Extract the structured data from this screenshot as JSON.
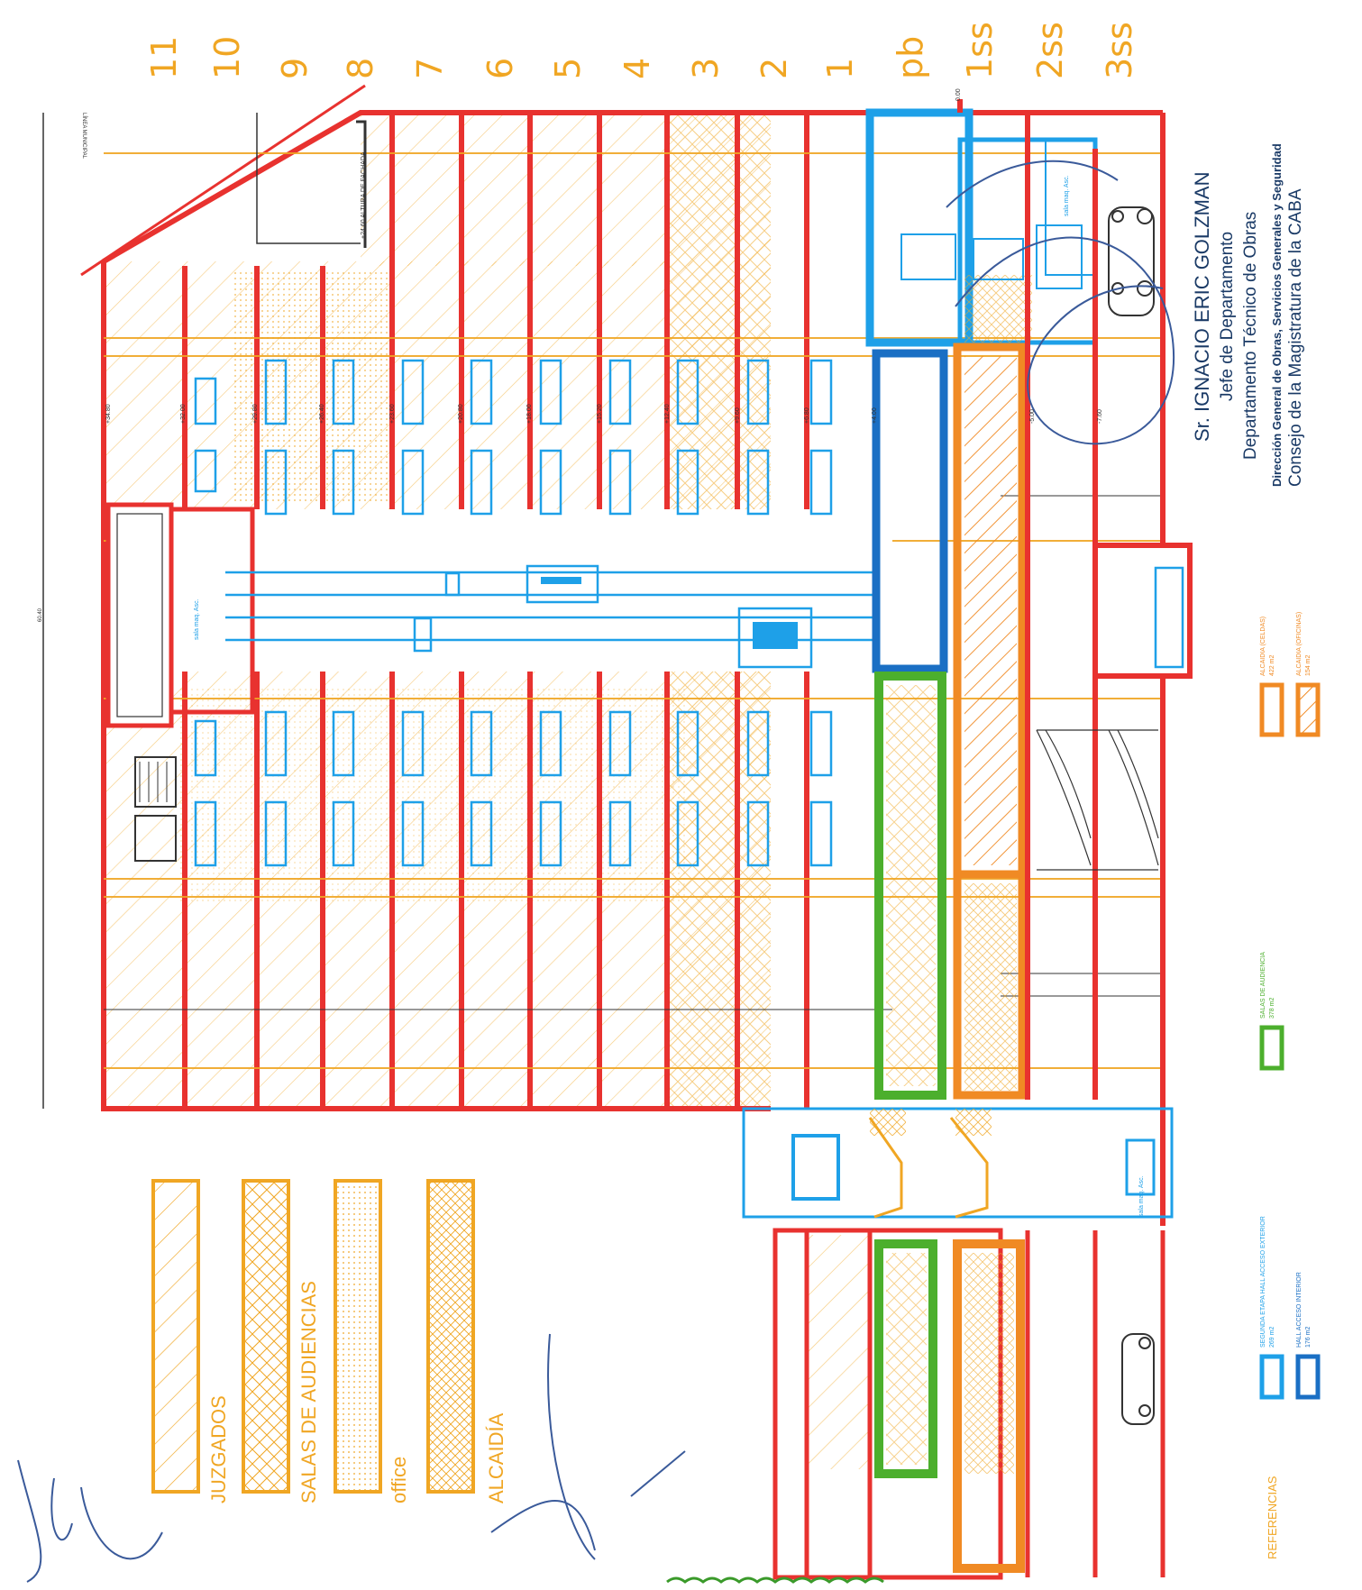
{
  "floors": [
    "11",
    "10",
    "9",
    "8",
    "7",
    "6",
    "5",
    "4",
    "3",
    "2",
    "1",
    "pb",
    "1ss",
    "2ss",
    "3ss"
  ],
  "top_legend": {
    "items": [
      {
        "label": "JUZGADOS",
        "pattern": "diag"
      },
      {
        "label": "SALAS DE AUDIENCIAS",
        "pattern": "cross"
      },
      {
        "label": "office",
        "pattern": "dots"
      },
      {
        "label": "ALCAIDÍA",
        "pattern": "crossdense"
      }
    ]
  },
  "references": {
    "title": "REFERENCIAS",
    "items": [
      {
        "label": "SEGUNDA ETAPA HALL ACCESO EXTERIOR",
        "area": "269 m2",
        "color": "#1ea0e8"
      },
      {
        "label": "HALL ACCESO INTERIOR",
        "area": "176 m2",
        "color": "#1a6fc4"
      },
      {
        "label": "SALAS DE AUDIENCIA",
        "area": "378 m2",
        "color": "#4caf2d"
      },
      {
        "label": "ALCAIDIA (CELDAS)",
        "area": "422 m2",
        "color": "#f08a24"
      },
      {
        "label": "ALCAIDIA (OFICINAS)",
        "area": "154 m2",
        "color": "#f08a24"
      }
    ]
  },
  "signature_block": {
    "name": "Sr. IGNACIO ERIC GOLZMAN",
    "line2": "Jefe de Departamento",
    "line3": "Departamento Técnico de Obras",
    "line4": "Dirección General de Obras, Servicios Generales y Seguridad",
    "line5": "Consejo de la Magistratura de la CABA"
  },
  "annotations": {
    "linea_municipal": "LÍNEA MUNICIPAL",
    "altura_fachada": "+24.60 ALTURA DE FACHADA",
    "sala_maq_asc": "sala maq. Asc.",
    "total_dim": "60.40"
  },
  "level_marks": [
    "+34.80",
    "+32.00",
    "+29.80",
    "+26.40",
    "+23.60",
    "+20.80",
    "+18.00",
    "+15.20",
    "+12.40",
    "+9.60",
    "+6.80",
    "+4.00",
    "0.00",
    "-5.00",
    "-7.60"
  ],
  "colors": {
    "structure": "#e8322f",
    "offices": "#f0a623",
    "vertical": "#1ea0e8",
    "hall_interior": "#1a6fc4",
    "salas": "#4caf2d",
    "alcaidia": "#f08a24",
    "ink": "#1a3a66"
  }
}
